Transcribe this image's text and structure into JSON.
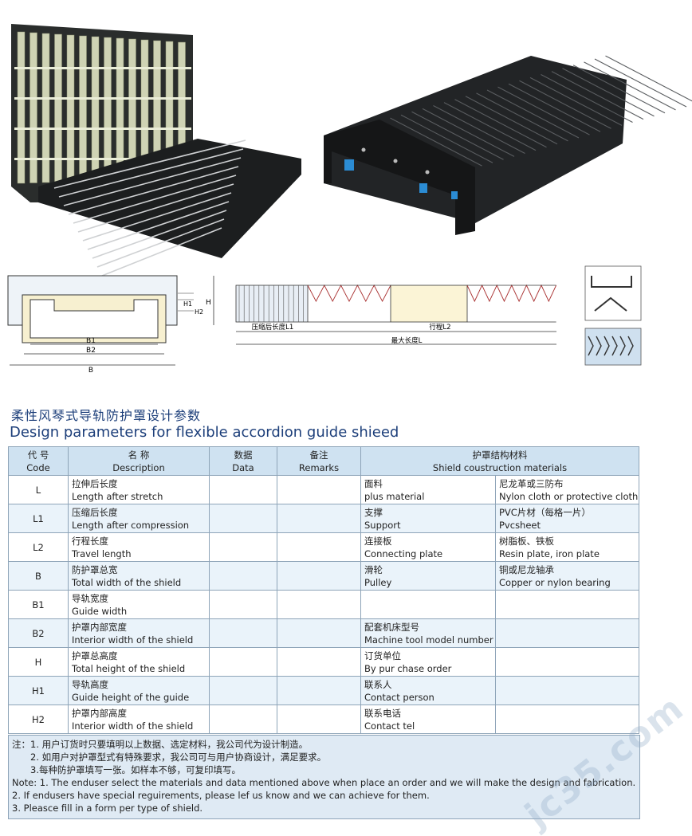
{
  "title_cn": "柔性风琴式导轨防护罩设计参数",
  "title_en": "Design parameters for flexible accordion guide shieed",
  "diagram_labels": {
    "b1": "B1",
    "b2": "B2",
    "b": "B",
    "h": "H",
    "h1": "H1",
    "h2": "H2",
    "l1": "压缩后长度L1",
    "l2": "行程L2",
    "l": "最大长度L"
  },
  "table": {
    "headers": {
      "code_cn": "代 号",
      "code_en": "Code",
      "name_cn": "名 称",
      "name_en": "Description",
      "data_cn": "数据",
      "data_en": "Data",
      "remarks_cn": "备注",
      "remarks_en": "Remarks",
      "materials_cn": "护罩结构材料",
      "materials_en": "Shield coustruction materials"
    },
    "rows": [
      {
        "code": "L",
        "name_cn": "拉伸后长度",
        "name_en": "Length after stretch",
        "mat_cn": "面料",
        "mat_en": "plus material",
        "val_cn": "尼龙革或三防布",
        "val_en": "Nylon cloth or protective cloth"
      },
      {
        "code": "L1",
        "name_cn": "压缩后长度",
        "name_en": "Length after compression",
        "mat_cn": "支撑",
        "mat_en": "Support",
        "val_cn": "PVC片材（每格一片）",
        "val_en": "Pvcsheet"
      },
      {
        "code": "L2",
        "name_cn": "行程长度",
        "name_en": "Travel length",
        "mat_cn": "连接板",
        "mat_en": "Connecting plate",
        "val_cn": "树脂板、铁板",
        "val_en": "Resin plate, iron plate"
      },
      {
        "code": "B",
        "name_cn": "防护罩总宽",
        "name_en": "Total width of the shield",
        "mat_cn": "滑轮",
        "mat_en": "Pulley",
        "val_cn": "铜或尼龙轴承",
        "val_en": "Copper or nylon bearing"
      },
      {
        "code": "B1",
        "name_cn": "导轨宽度",
        "name_en": "Guide width",
        "mat_cn": "",
        "mat_en": "",
        "val_cn": "",
        "val_en": ""
      },
      {
        "code": "B2",
        "name_cn": "护罩内部宽度",
        "name_en": "Interior width of the shield",
        "mat_cn": "配套机床型号",
        "mat_en": "Machine tool model number",
        "val_cn": "",
        "val_en": ""
      },
      {
        "code": "H",
        "name_cn": "护罩总高度",
        "name_en": "Total height of the shield",
        "mat_cn": "订货单位",
        "mat_en": "By pur chase order",
        "val_cn": "",
        "val_en": ""
      },
      {
        "code": "H1",
        "name_cn": "导轨高度",
        "name_en": "Guide height of the guide",
        "mat_cn": "联系人",
        "mat_en": "Contact person",
        "val_cn": "",
        "val_en": ""
      },
      {
        "code": "H2",
        "name_cn": "护罩内部高度",
        "name_en": "Interior width of the shield",
        "mat_cn": "联系电话",
        "mat_en": "Contact tel",
        "val_cn": "",
        "val_en": ""
      }
    ]
  },
  "notes": [
    "注：1. 用户订货时只要填明以上数据、选定材料，我公司代为设计制造。",
    "　　2. 如用户对护罩型式有特殊要求，我公司可与用户协商设计，满足要求。",
    "　　3.每种防护罩填写一张。如样本不够，可复印填写。",
    "Note:  1. The enduser select the materials and data mentioned above when place an order and we will make the design and fabrication.",
    "            2. If endusers have special reguirements, please lef us know and we can achieve for them.",
    "            3. Pleasce fill in a form per type of shield."
  ],
  "watermark": "jc35.com",
  "colors": {
    "title": "#1d3f7a",
    "header_bg": "#cfe2f1",
    "row_alt": "#eaf3fa",
    "border": "#8ea4b8"
  }
}
